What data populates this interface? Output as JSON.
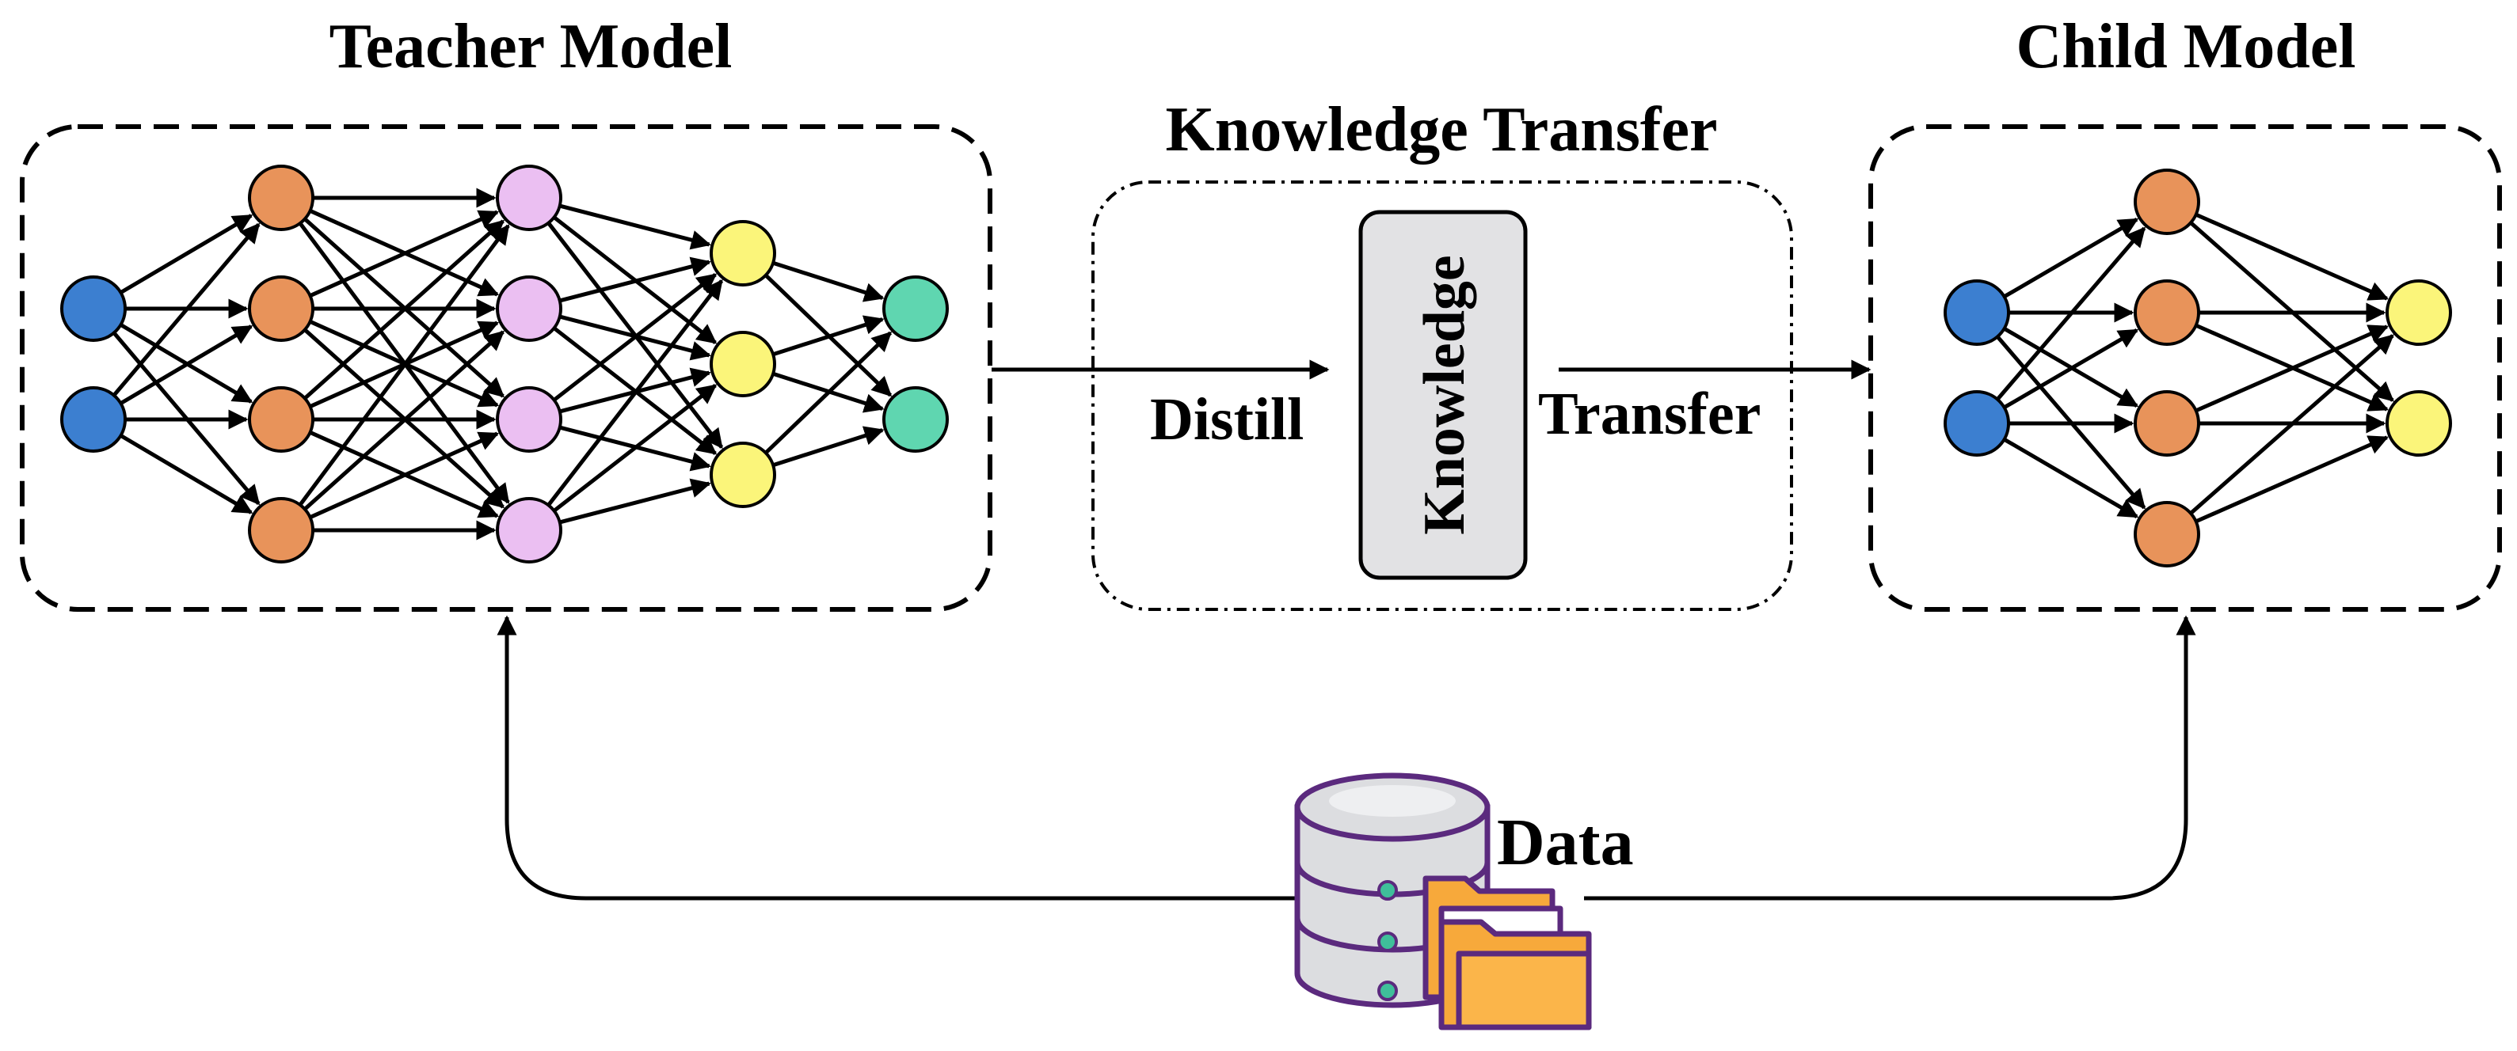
{
  "teacher": {
    "title": "Teacher Model",
    "layers": [
      2,
      4,
      4,
      3,
      2
    ],
    "colors": [
      "#3c7fd0",
      "#e8935a",
      "#ebbff2",
      "#fbf57a",
      "#5fd6b0"
    ]
  },
  "transfer": {
    "title": "Knowledge Transfer",
    "box_label": "Knowledge",
    "distill_label": "Distill",
    "transfer_label": "Transfer"
  },
  "child": {
    "title": "Child Model",
    "layers": [
      2,
      4,
      2
    ],
    "colors": [
      "#3c7fd0",
      "#e8935a",
      "#fbf57a"
    ]
  },
  "data": {
    "label": "Data",
    "icon": "database-folder-icon"
  },
  "colors": {
    "db_outline": "#5b2a7e",
    "db_fill": "#dcdde0",
    "folder_fill": "#f7a93b",
    "knowledge_box": "#e2e2e4"
  }
}
